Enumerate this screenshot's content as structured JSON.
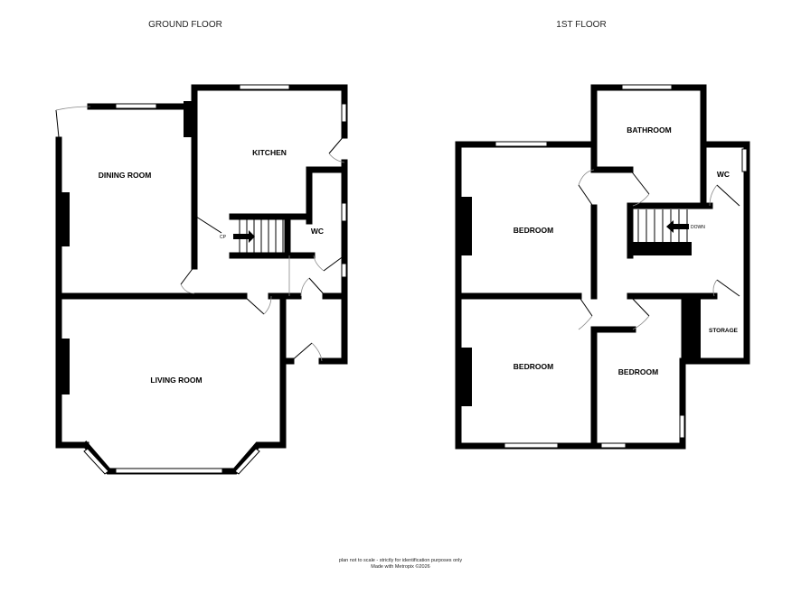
{
  "floors": [
    {
      "title": "GROUND FLOOR",
      "rooms": {
        "dining": "DINING ROOM",
        "kitchen": "KITCHEN",
        "wc": "WC",
        "living": "LIVING ROOM"
      },
      "stair_note": "CP"
    },
    {
      "title": "1ST FLOOR",
      "rooms": {
        "bathroom": "BATHROOM",
        "bedroom1": "BEDROOM",
        "wc": "WC",
        "bedroom2": "BEDROOM",
        "bedroom3": "BEDROOM",
        "storage": "STORAGE"
      },
      "stair_note": "DOWN"
    }
  ],
  "footer": {
    "line1": "plan not to scale - strictly for identification purposes only",
    "line2": "Made with Metropix ©2026"
  }
}
